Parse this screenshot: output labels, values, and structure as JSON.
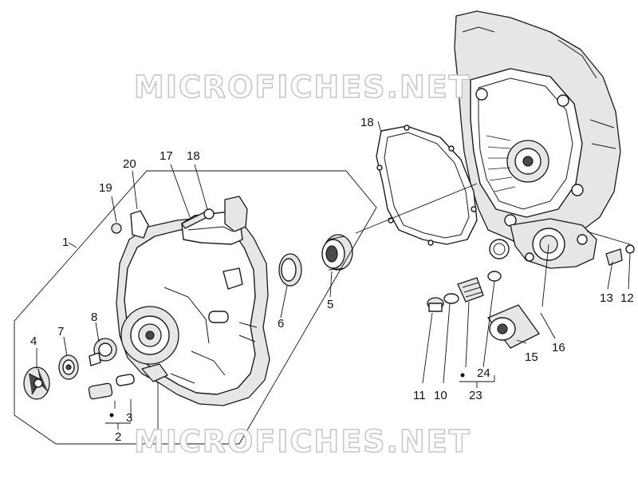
{
  "watermarks": [
    "MICROFICHES.NET",
    "MICROFICHES.NET"
  ],
  "callouts": [
    {
      "id": "1",
      "label": "1"
    },
    {
      "id": "2",
      "label": "2"
    },
    {
      "id": "3",
      "label": "3"
    },
    {
      "id": "4",
      "label": "4"
    },
    {
      "id": "5",
      "label": "5"
    },
    {
      "id": "6",
      "label": "6"
    },
    {
      "id": "7",
      "label": "7"
    },
    {
      "id": "8",
      "label": "8"
    },
    {
      "id": "10",
      "label": "10"
    },
    {
      "id": "11",
      "label": "11"
    },
    {
      "id": "12",
      "label": "12"
    },
    {
      "id": "13",
      "label": "13"
    },
    {
      "id": "15",
      "label": "15"
    },
    {
      "id": "16",
      "label": "16"
    },
    {
      "id": "17",
      "label": "17"
    },
    {
      "id": "18a",
      "label": "18"
    },
    {
      "id": "18b",
      "label": "18"
    },
    {
      "id": "19",
      "label": "19"
    },
    {
      "id": "20",
      "label": "20"
    },
    {
      "id": "23",
      "label": "23"
    },
    {
      "id": "24",
      "label": "24"
    }
  ]
}
